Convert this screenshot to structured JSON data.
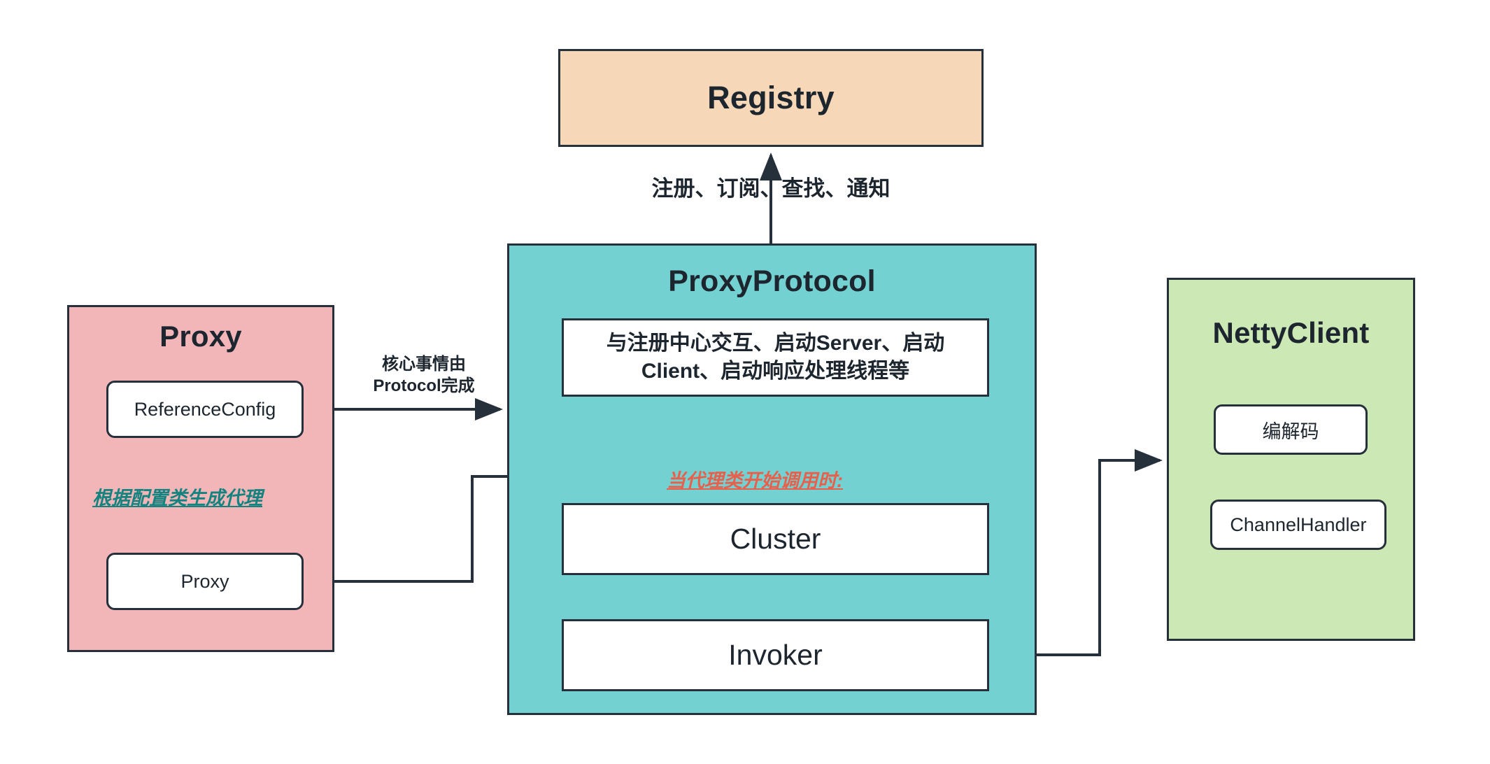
{
  "diagram": {
    "title": "Dubbo RPC client architecture",
    "colors": {
      "registry_fill": "#f6d7b8",
      "protocol_fill": "#74d1d1",
      "proxy_fill": "#f2b6b9",
      "netty_fill": "#cbe8b5",
      "stroke": "#25303b",
      "note_red": "#e8604c",
      "note_teal": "#13837f",
      "inner_fill": "#ffffff"
    }
  },
  "registry": {
    "title": "Registry"
  },
  "protocol": {
    "title": "ProxyProtocol",
    "description": "与注册中心交互、启动Server、启动\nClient、启动响应处理线程等",
    "note": "当代理类开始调用时:",
    "cluster_label": "Cluster",
    "invoker_label": "Invoker"
  },
  "proxy": {
    "title": "Proxy",
    "reference_config_label": "ReferenceConfig",
    "proxy_label": "Proxy",
    "note": "根据配置类生成代理"
  },
  "netty": {
    "title": "NettyClient",
    "codec_label": "编解码",
    "channel_handler_label": "ChannelHandler"
  },
  "edges": {
    "registry_label": "注册、订阅、查找、通知",
    "protocol_label": "核心事情由\nProtocol完成"
  }
}
